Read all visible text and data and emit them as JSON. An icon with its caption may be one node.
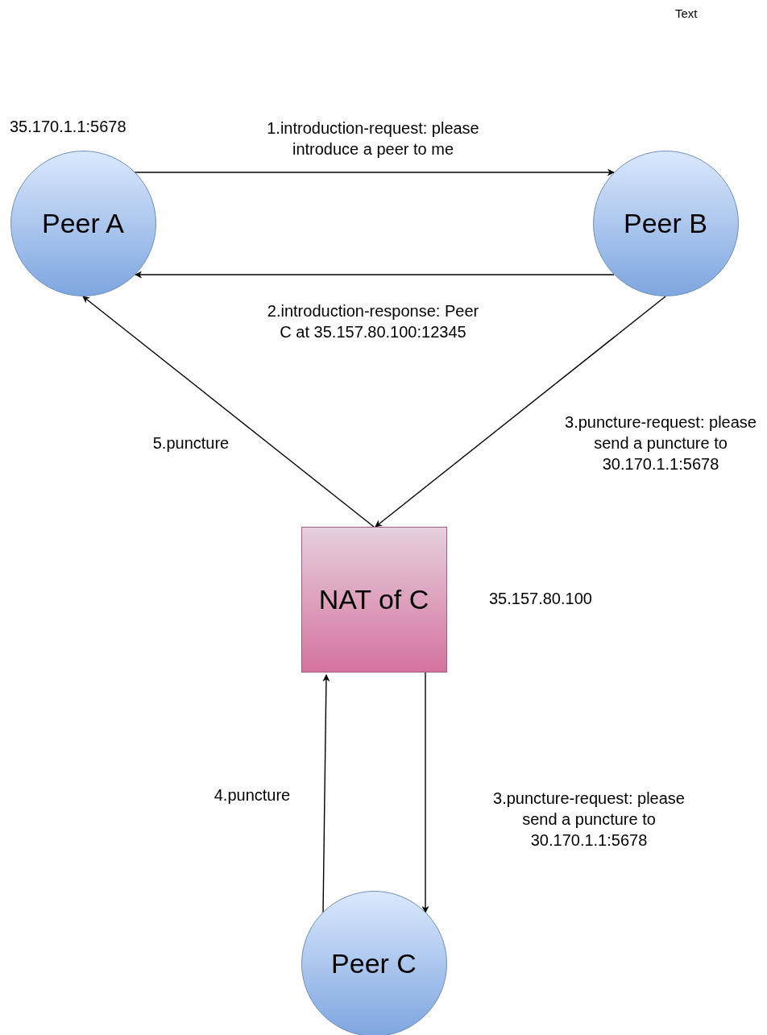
{
  "diagram": {
    "nodes": [
      {
        "text": [
          "Peer A"
        ],
        "beside": [
          "35.170.1.1:5678"
        ]
      },
      {
        "text": [
          "Peer B"
        ]
      },
      {
        "text": [
          "NAT of C"
        ],
        "beside": [
          "35.157.80.100"
        ]
      },
      {
        "text": [
          "Peer C"
        ]
      }
    ],
    "edges": [
      {
        "from": 0,
        "to": 1,
        "arrow": "to",
        "label": "1.introduction-request: please introduce a peer to me"
      },
      {
        "from": 1,
        "to": 0,
        "arrow": "to",
        "label": "2.introduction-response: Peer C at 35.157.80.100:12345"
      },
      {
        "from": 1,
        "to": 2,
        "arrow": "to",
        "label": "3.puncture-request: please send a puncture to 30.170.1.1:5678"
      },
      {
        "from": 2,
        "to": 0,
        "arrow": "to",
        "label": "5.puncture"
      },
      {
        "from": 3,
        "to": 2,
        "arrow": "to",
        "label": "4.puncture"
      },
      {
        "from": 2,
        "to": 3,
        "arrow": "to",
        "label": "3.puncture-request: please send a puncture to 30.170.1.1:5678"
      }
    ],
    "labels": [
      "Text"
    ]
  }
}
